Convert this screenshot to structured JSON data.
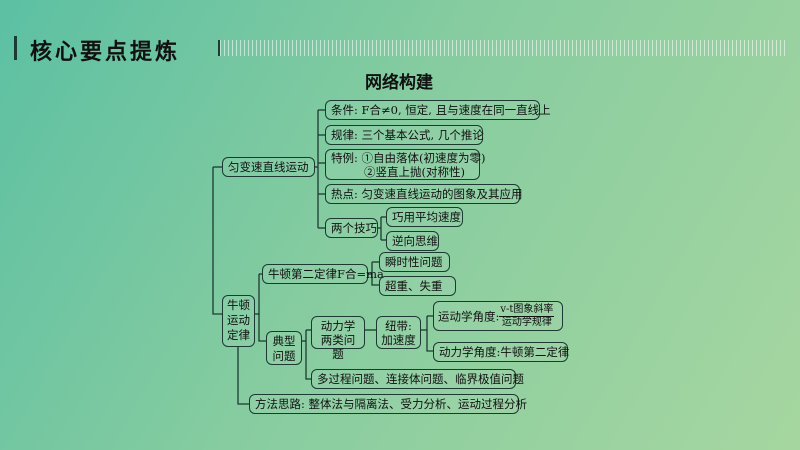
{
  "header": {
    "title": "核心要点提炼"
  },
  "map": {
    "title": "网络构建",
    "uniform": {
      "root": "匀变速直线运动",
      "condition": "条件: F合≠0, 恒定, 且与速度在同一直线上",
      "law": "规律: 三个基本公式, 几个推论",
      "special_title": "特例:",
      "special_1": "①自由落体(初速度为零)",
      "special_2": "②竖直上抛(对称性)",
      "hotspot": "热点: 匀变速直线运动的图象及其应用",
      "tricks": "两个技巧",
      "trick_1": "巧用平均速度",
      "trick_2": "逆向思维"
    },
    "newton": {
      "root": "牛顿运动定律",
      "second_law": "牛顿第二定律F合=ma",
      "instant": "瞬时性问题",
      "over_under": "超重、失重",
      "typical": "典型问题",
      "dynamics_two": "动力学两类问题",
      "bridge": "纽带: 加速度",
      "angle1_label": "运动学角度:",
      "angle1_num": "v-t图象斜率",
      "angle1_den": "运动学规律",
      "angle2": "动力学角度:牛顿第二定律",
      "multi": "多过程问题、连接体问题、临界极值问题"
    },
    "method": "方法思路: 整体法与隔离法、受力分析、运动过程分析"
  }
}
